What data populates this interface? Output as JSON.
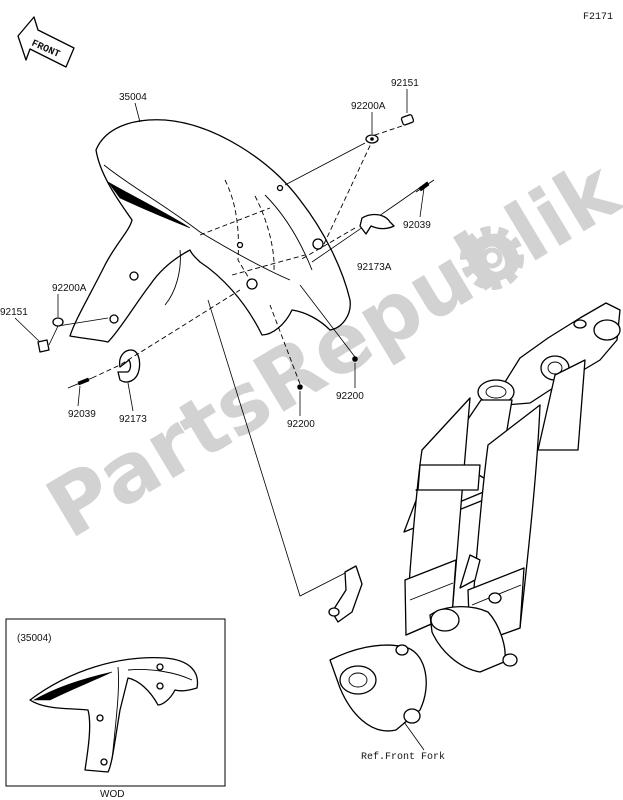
{
  "figure_code": "F2171",
  "direction_badge": "FRONT",
  "watermark": "PartsRepublik",
  "parts": {
    "fender": "35004",
    "bolt_right": "92151",
    "washer_right": "92200A",
    "clip_right": "92039",
    "clamp_right": "92173A",
    "nut_center": "92200",
    "bolt_left": "92151",
    "washer_left": "92200A",
    "clip_left": "92039",
    "clamp_left": "92173",
    "nut_right": "92200"
  },
  "reference_label": "Ref.Front Fork",
  "inset": {
    "title": "(35004)",
    "caption": "WOD"
  }
}
